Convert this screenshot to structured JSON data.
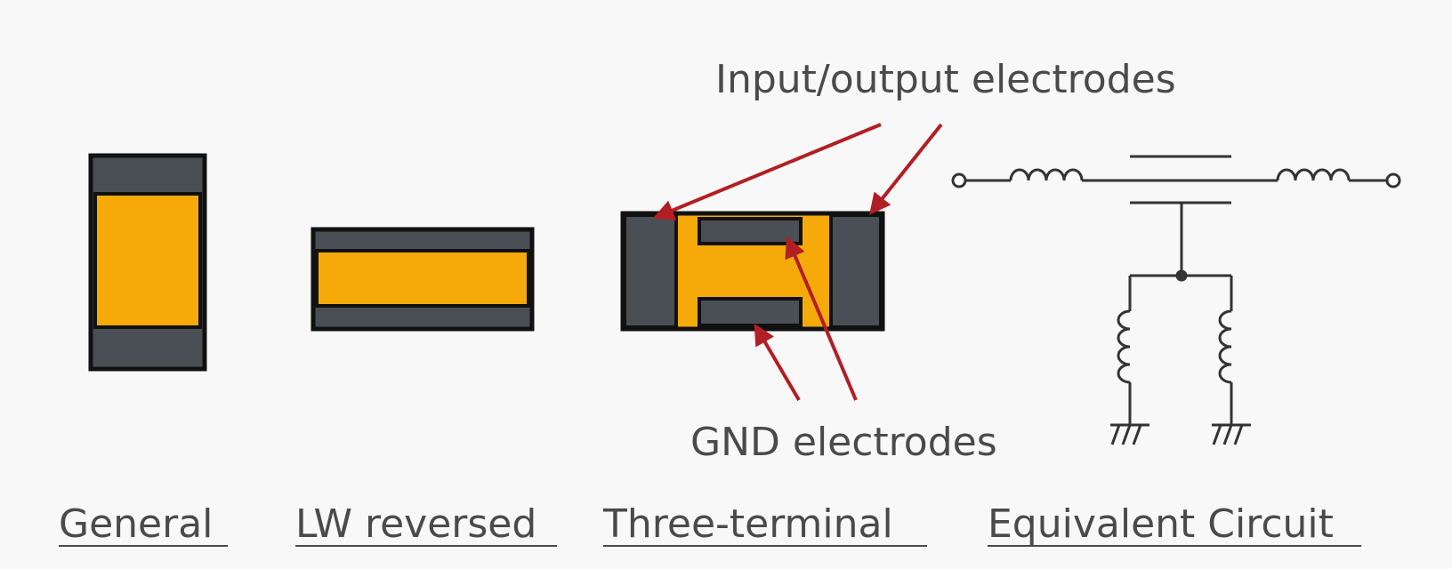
{
  "annotations": {
    "io_label": "Input/output electrodes",
    "gnd_label": "GND electrodes"
  },
  "captions": {
    "general": "General",
    "lw_reversed": "LW reversed",
    "three_terminal": "Three-terminal",
    "equivalent_circuit": "Equivalent Circuit"
  },
  "colors": {
    "background": "#f8f8f8",
    "body": "#f5aa0a",
    "electrode": "#4a4f55",
    "outline": "#111111",
    "arrow": "#b11f24",
    "text": "#4a4a4a",
    "wire": "#333333"
  }
}
